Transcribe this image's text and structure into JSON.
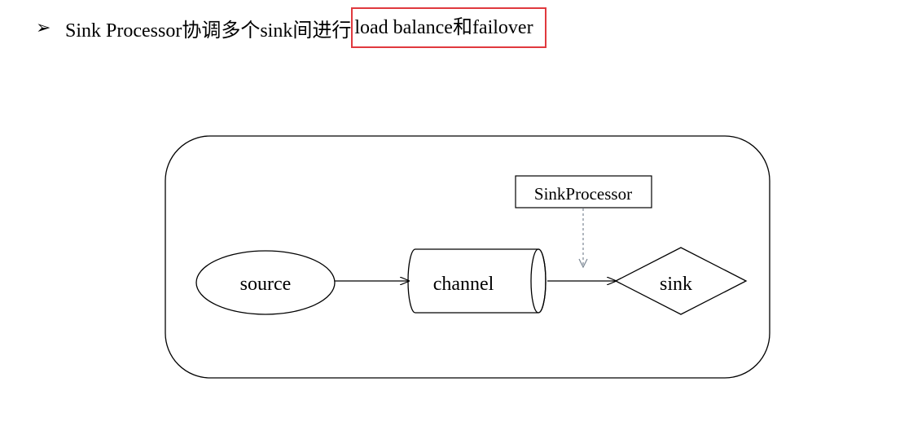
{
  "heading": {
    "bullet": "➢",
    "text_prefix": "Sink Processor协调多个sink间进行",
    "text_highlight": "load balance和failover"
  },
  "diagram": {
    "nodes": {
      "source": "source",
      "channel": "channel",
      "sink": "sink",
      "sink_processor": "SinkProcessor"
    },
    "colors": {
      "highlight_border": "#e0393e",
      "dashed_arrow": "#7b8794",
      "stroke": "#000000"
    }
  }
}
